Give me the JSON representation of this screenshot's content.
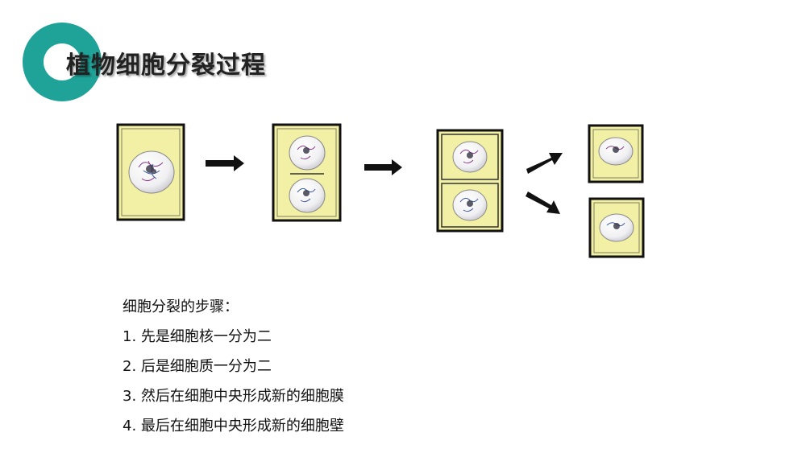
{
  "title": "植物细胞分裂过程",
  "colors": {
    "accent": "#1fa398",
    "cell_fill": "#f2f0a4"
  },
  "steps": {
    "heading": "细胞分裂的步骤：",
    "items": [
      "1. 先是细胞核一分为二",
      "2. 后是细胞质一分为二",
      "3. 然后在细胞中央形成新的细胞膜",
      "4. 最后在细胞中央形成新的细胞壁"
    ]
  }
}
